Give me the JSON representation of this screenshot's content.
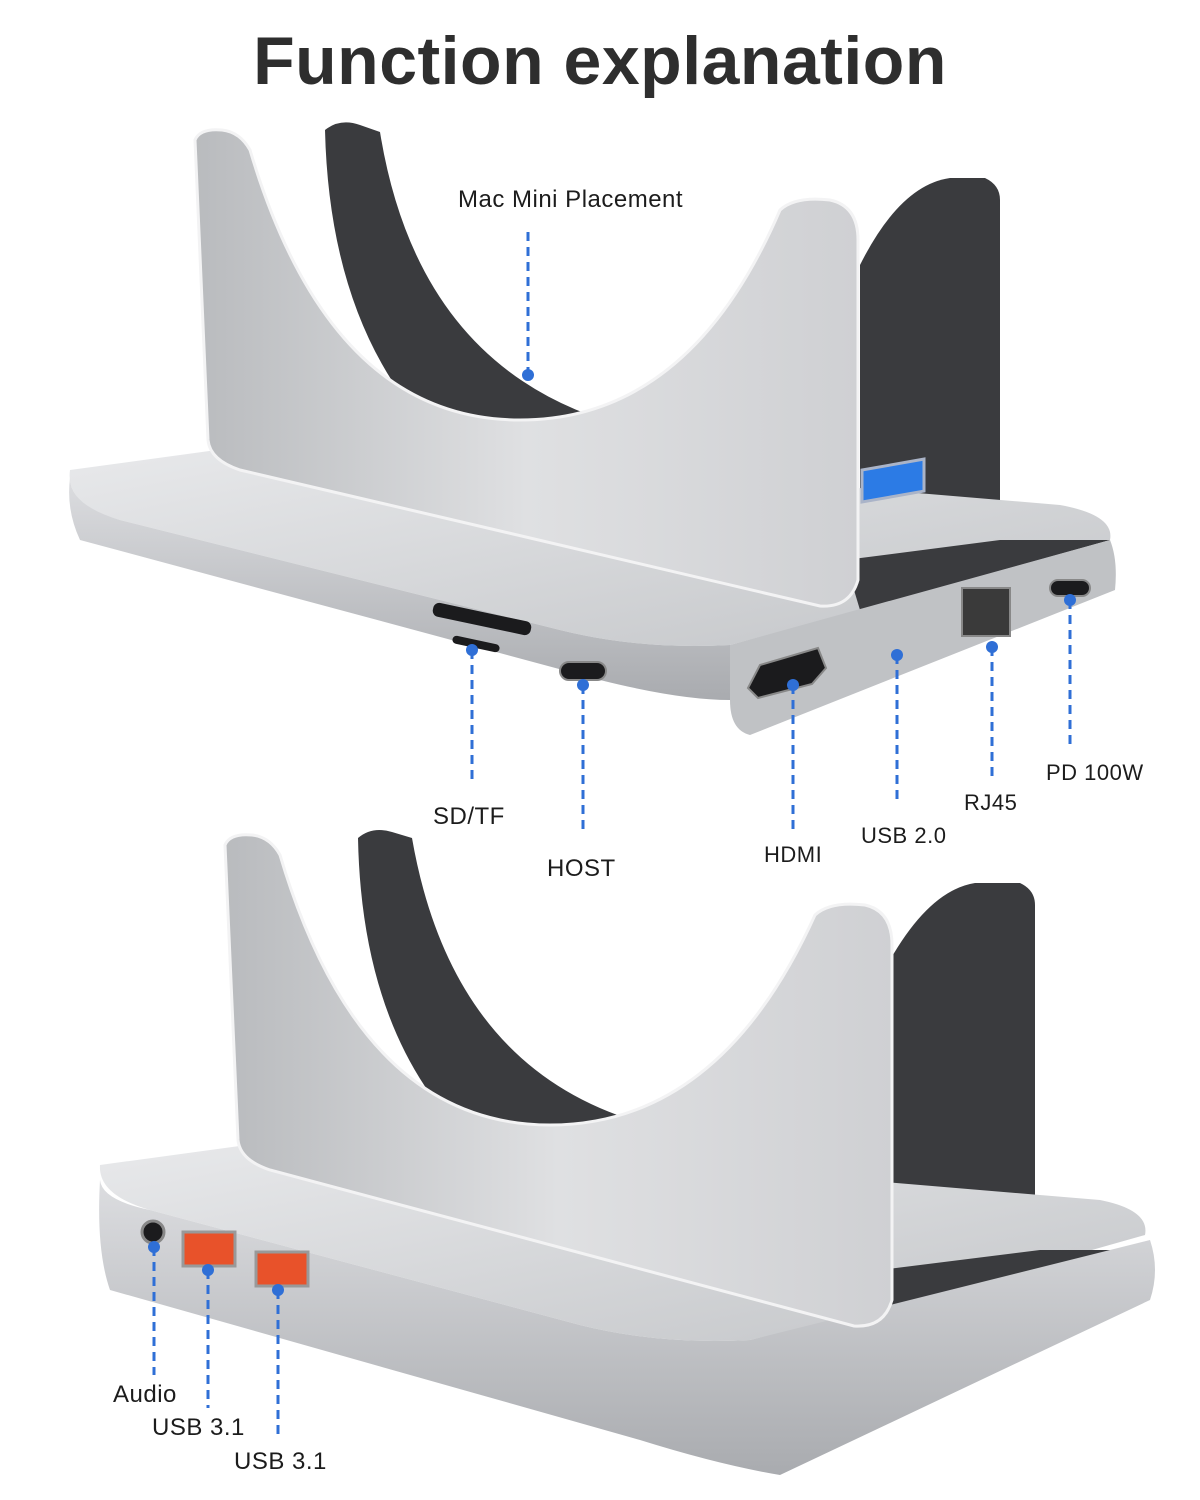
{
  "title": "Function explanation",
  "colors": {
    "leader": "#2f6fd6",
    "silver": "#c9cbce",
    "silver_light": "#e3e4e6",
    "dark_pad": "#3a3b3e",
    "port_orange": "#e8522a",
    "port_blue": "#2c7be5"
  },
  "top_dock": {
    "callouts": [
      {
        "id": "mac-mini-placement",
        "label": "Mac Mini Placement"
      },
      {
        "id": "sd-tf",
        "label": "SD/TF"
      },
      {
        "id": "host",
        "label": "HOST"
      },
      {
        "id": "hdmi",
        "label": "HDMI"
      },
      {
        "id": "usb-2",
        "label": "USB 2.0"
      },
      {
        "id": "rj45",
        "label": "RJ45"
      },
      {
        "id": "pd-100w",
        "label": "PD 100W"
      }
    ]
  },
  "bottom_dock": {
    "callouts": [
      {
        "id": "audio",
        "label": "Audio"
      },
      {
        "id": "usb-31-a",
        "label": "USB 3.1"
      },
      {
        "id": "usb-31-b",
        "label": "USB 3.1"
      }
    ]
  }
}
